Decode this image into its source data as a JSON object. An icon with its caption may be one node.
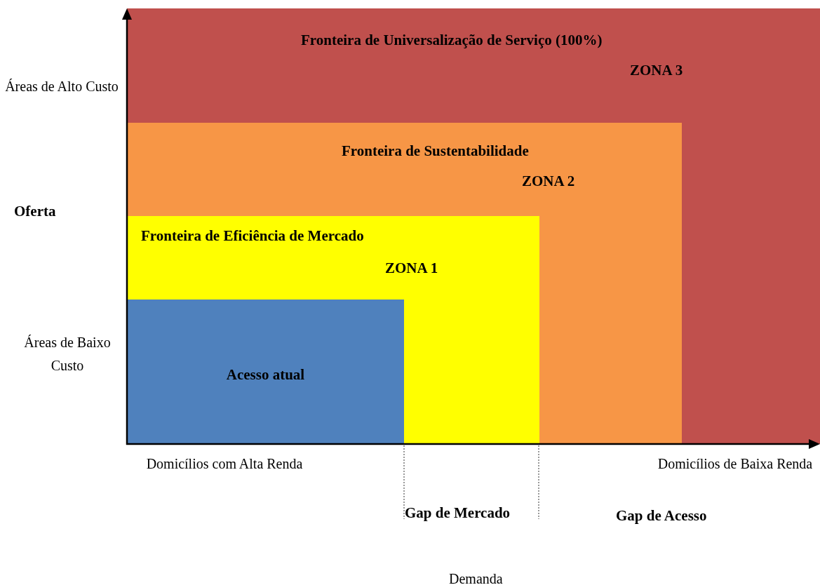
{
  "diagram": {
    "nodes": [
      {
        "text": [
          "Fronteira de Universalização de Serviço (100%)",
          "ZONA 3"
        ]
      },
      {
        "text": [
          "Fronteira de Sustentabilidade",
          "ZONA 2"
        ],
        "in": 0
      },
      {
        "text": [
          "Fronteira de Eficiência de Mercado",
          "ZONA 1"
        ],
        "in": 1
      },
      {
        "text": [
          "Acesso atual"
        ],
        "in": 2
      }
    ],
    "labels": [
      "Áreas de Alto Custo",
      "Oferta",
      "Áreas de Baixo Custo",
      "Domicílios com Alta Renda",
      "Domicílios de Baixa Renda",
      "Gap de Mercado",
      "Gap de Acesso",
      "Demanda"
    ]
  }
}
